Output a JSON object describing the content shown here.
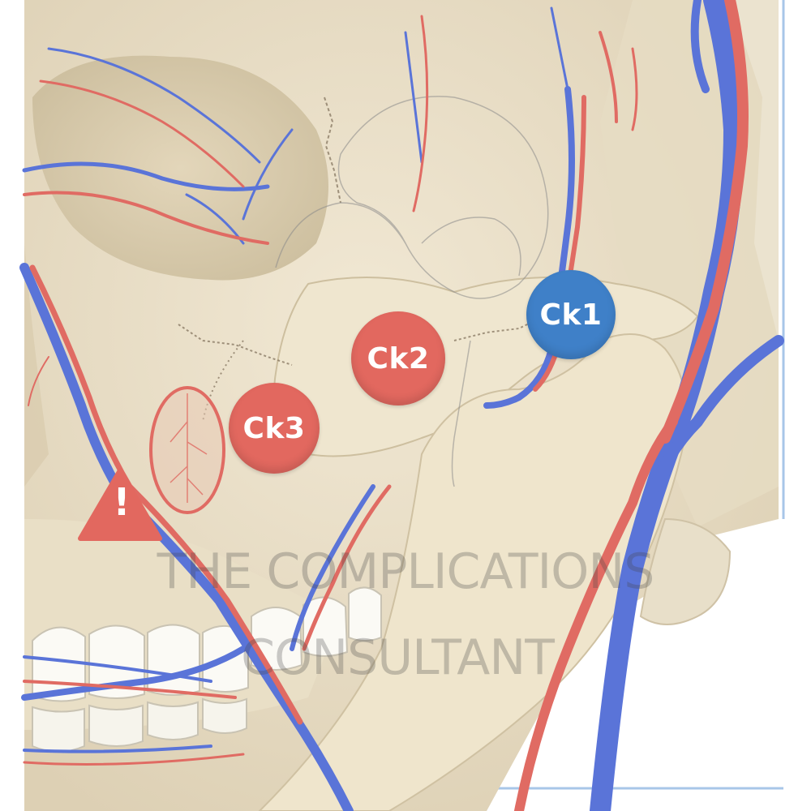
{
  "markers": [
    {
      "id": "ck1",
      "label": "Ck1",
      "color": "#3f80c8"
    },
    {
      "id": "ck2",
      "label": "Ck2",
      "color": "#e2685f"
    },
    {
      "id": "ck3",
      "label": "Ck3",
      "color": "#e2685f"
    }
  ],
  "warning": {
    "symbol": "!",
    "color": "#e2685f"
  },
  "watermark": {
    "line1": "THE COMPLICATIONS",
    "line2": "CONSULTANT"
  },
  "colors": {
    "artery": "#e06b63",
    "vein": "#5a74d8",
    "bone": "#ece2cc",
    "background": "#ffffff",
    "frame": "#9ec0e6"
  }
}
